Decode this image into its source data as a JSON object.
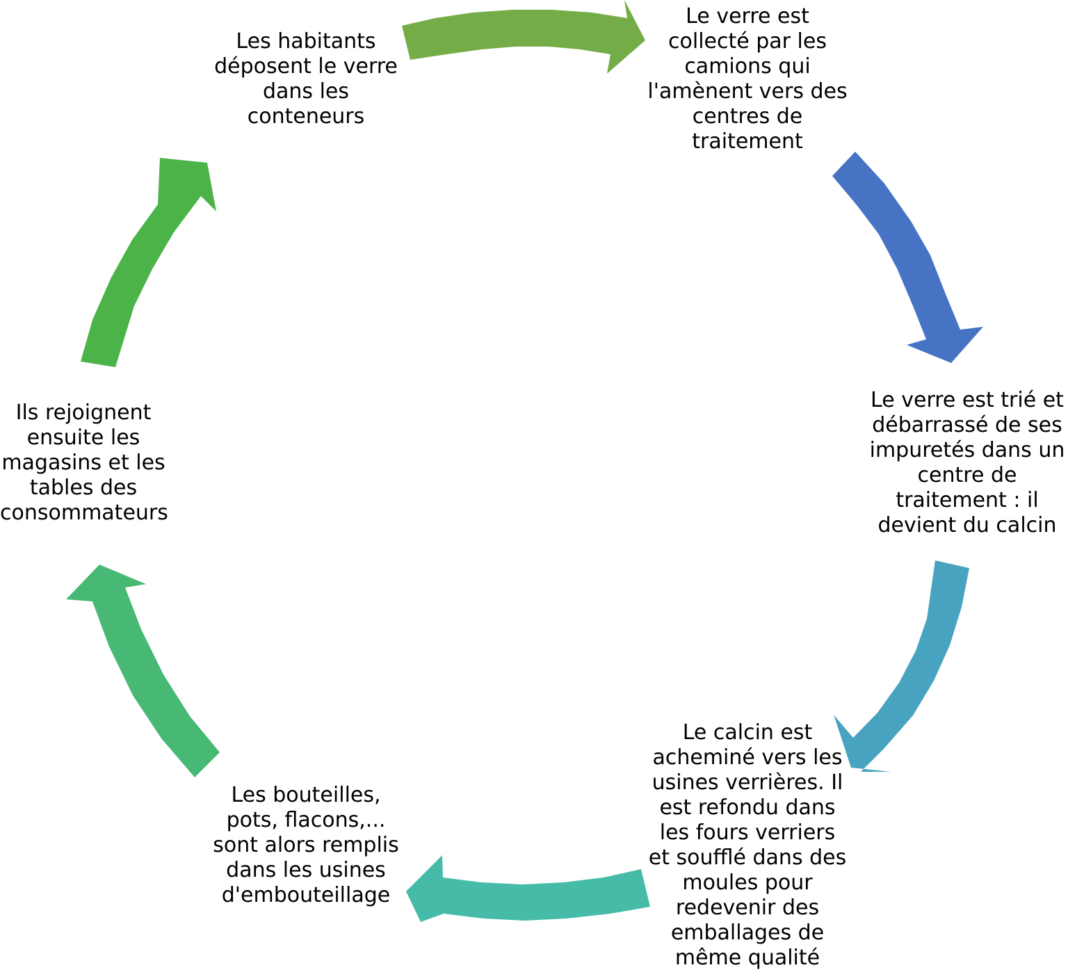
{
  "cycle": {
    "steps": [
      {
        "text": "Les habitants\ndéposent le verre\ndans les\nconteneurs",
        "arrow_color": "#74AD48"
      },
      {
        "text": "Le verre est\ncollecté par les\ncamions qui\nl'amènent vers des\ncentres de\ntraitement",
        "arrow_color": "#4673C4"
      },
      {
        "text": "Le verre est trié et\ndébarrassé de ses\nimpuretés dans un\ncentre de\ntraitement : il\ndevient du calcin",
        "arrow_color": "#47A3BF"
      },
      {
        "text": "Le calcin est\nacheminé vers les\nusines verrières. Il\nest refondu dans\nles fours verriers\net soufflé dans des\nmoules pour\nredevenir des\nemballages de\nmême qualité",
        "arrow_color": "#46BCA8"
      },
      {
        "text": "Les bouteilles,\npots, flacons,...\nsont alors remplis\ndans les usines\nd'embouteillage",
        "arrow_color": "#47B974"
      },
      {
        "text": "Ils rejoignent\nensuite les\nmagasins et les\ntables des\nconsommateurs",
        "arrow_color": "#4BB347"
      }
    ]
  }
}
